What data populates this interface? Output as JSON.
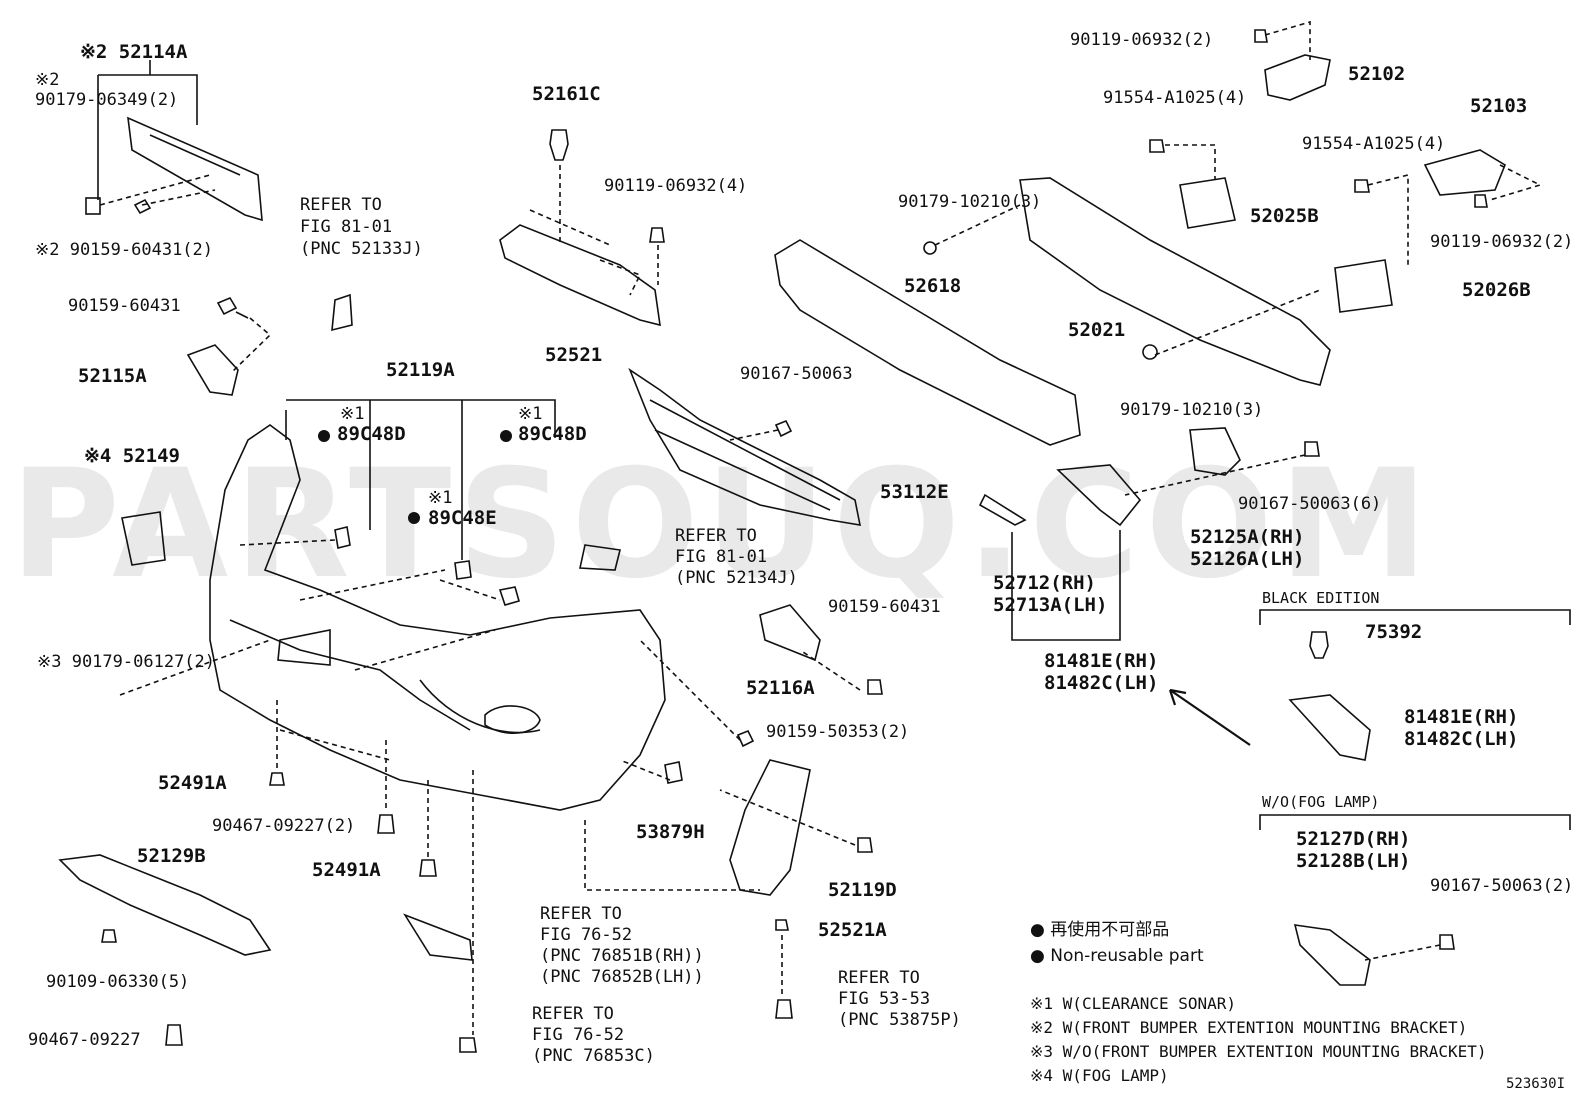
{
  "watermark": "PARTSOUQ.COM",
  "diagram_id": "523630I",
  "parts": {
    "p52114A": "※2 52114A",
    "p90179_06349": "※2\n90179-06349(2)",
    "p90159_60431_2": "※2 90159-60431(2)",
    "p90159_60431": "90159-60431",
    "p52115A": "52115A",
    "p52149": "※4 52149",
    "p90179_06127": "※3 90179-06127(2)",
    "p52491A_a": "52491A",
    "p90467_09227_2": "90467-09227(2)",
    "p52491A_b": "52491A",
    "p52129B": "52129B",
    "p90109_06330": "90109-06330(5)",
    "p90467_09227": "90467-09227",
    "refer_81_01_a": "REFER TO\nFIG 81-01\n(PNC 52133J)",
    "p52161C": "52161C",
    "p90119_06932_4": "90119-06932(4)",
    "p52521": "52521",
    "p52119A": "52119A",
    "p89C48D_a": "89C48D",
    "p89C48D_b": "89C48D",
    "p89C48E": "89C48E",
    "note1_a": "※1",
    "note1_b": "※1",
    "note1_c": "※1",
    "p90167_50063": "90167-50063",
    "p53112E": "53112E",
    "refer_81_01_b": "REFER TO\nFIG 81-01\n(PNC 52134J)",
    "p90159_60431_b": "90159-60431",
    "p52116A": "52116A",
    "p90159_50353": "90159-50353(2)",
    "p53879H": "53879H",
    "p52119D": "52119D",
    "p52521A": "52521A",
    "refer_76_52_a": "REFER TO\nFIG 76-52\n(PNC 76851B(RH))\n(PNC 76852B(LH))",
    "refer_76_52_b": "REFER TO\nFIG 76-52\n(PNC 76853C)",
    "refer_53_53": "REFER TO\nFIG 53-53\n(PNC 53875P)",
    "p90119_06932_2a": "90119-06932(2)",
    "p52102": "52102",
    "p91554_a": "91554-A1025(4)",
    "p52103": "52103",
    "p91554_b": "91554-A1025(4)",
    "p90179_10210_a": "90179-10210(3)",
    "p52025B": "52025B",
    "p90119_06932_2b": "90119-06932(2)",
    "p52618": "52618",
    "p52021": "52021",
    "p52026B": "52026B",
    "p90179_10210_b": "90179-10210(3)",
    "p90167_50063_6": "90167-50063(6)",
    "p52125A": "52125A(RH)\n52126A(LH)",
    "p52712": "52712(RH)\n52713A(LH)",
    "p81481E_a": "81481E(RH)\n81482C(LH)",
    "black_edition": "BLACK EDITION",
    "p75392": "75392",
    "p81481E_b": "81481E(RH)\n81482C(LH)",
    "wo_fog": "W/O(FOG LAMP)",
    "p52127D": "52127D(RH)\n52128B(LH)",
    "p90167_50063_2": "90167-50063(2)"
  },
  "legend": {
    "line1": "● 再使用不可部品",
    "line2": "● Non-reusable part"
  },
  "notes": [
    "※1 W(CLEARANCE SONAR)",
    "※2 W(FRONT BUMPER EXTENTION MOUNTING BRACKET)",
    "※3 W/O(FRONT BUMPER EXTENTION MOUNTING BRACKET)",
    "※4 W(FOG LAMP)"
  ]
}
